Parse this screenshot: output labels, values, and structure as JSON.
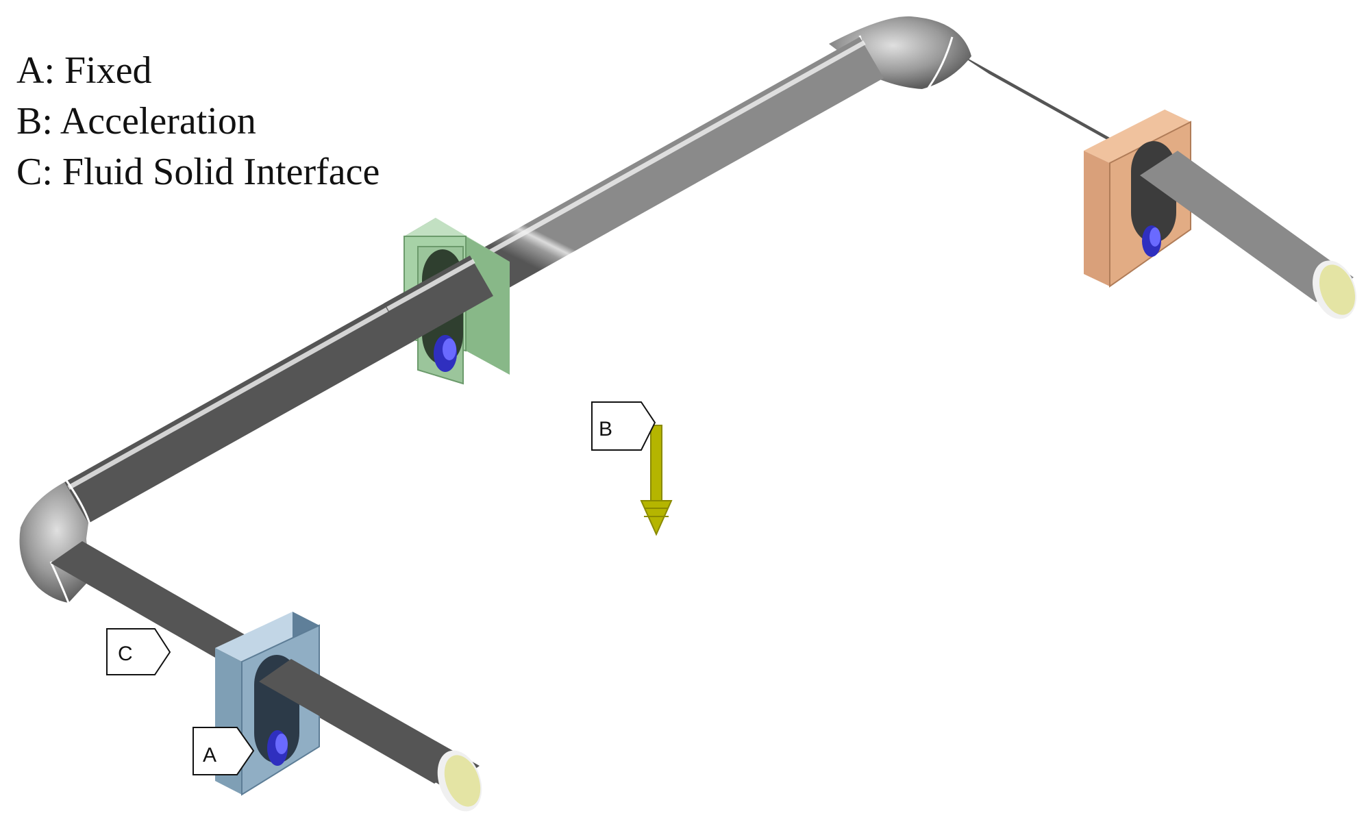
{
  "legend": [
    {
      "letter": "A",
      "description": "Fixed",
      "text": "A: Fixed"
    },
    {
      "letter": "B",
      "description": "Acceleration",
      "text": "B: Acceleration"
    },
    {
      "letter": "C",
      "description": "Fluid Solid Interface",
      "text": "C: Fluid Solid Interface"
    }
  ],
  "callouts": {
    "a": "A",
    "b": "B",
    "c": "C"
  },
  "colors": {
    "pipe": "#8c8c8c",
    "pipe_dark": "#555555",
    "pipe_highlight": "#d9d9d9",
    "pipe_inner": "#e6e6a8",
    "support_fixed": "#7f9fb5",
    "support_middle": "#95c095",
    "support_end": "#e0aa80",
    "hole": "#3b3bd6",
    "acceleration_arrow": "#b5b500"
  }
}
